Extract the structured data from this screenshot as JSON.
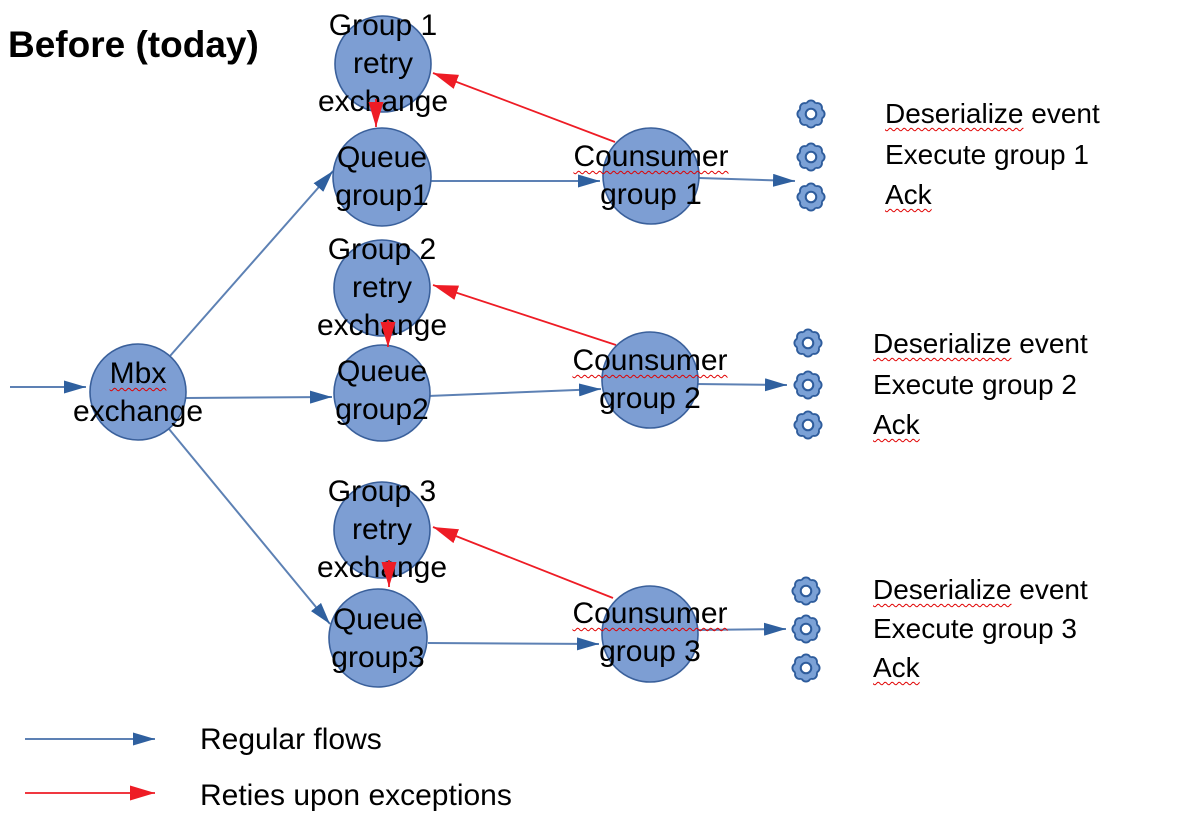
{
  "title": "Before (today)",
  "mbx": {
    "line1": "Mbx",
    "line2": "exchange"
  },
  "groups": [
    {
      "retry_exchange": {
        "line1": "Group 1",
        "line2": "retry",
        "line3": "exchange"
      },
      "queue": {
        "line1": "Queue",
        "line2": "group1"
      },
      "consumer": {
        "line1": "Counsumer",
        "line2": "group 1"
      },
      "tasks": [
        {
          "misspelled": "Deserialize",
          "rest": " event"
        },
        {
          "misspelled": "",
          "rest": "Execute group 1"
        },
        {
          "misspelled": "Ack",
          "rest": ""
        }
      ]
    },
    {
      "retry_exchange": {
        "line1": "Group 2",
        "line2": "retry",
        "line3": "exchange"
      },
      "queue": {
        "line1": "Queue",
        "line2": "group2"
      },
      "consumer": {
        "line1": "Counsumer",
        "line2": "group 2"
      },
      "tasks": [
        {
          "misspelled": "Deserialize",
          "rest": " event"
        },
        {
          "misspelled": "",
          "rest": "Execute group 2"
        },
        {
          "misspelled": "Ack",
          "rest": ""
        }
      ]
    },
    {
      "retry_exchange": {
        "line1": "Group 3",
        "line2": "retry",
        "line3": "exchange"
      },
      "queue": {
        "line1": "Queue",
        "line2": "group3"
      },
      "consumer": {
        "line1": "Counsumer",
        "line2": "group 3"
      },
      "tasks": [
        {
          "misspelled": "Deserialize",
          "rest": " event"
        },
        {
          "misspelled": "",
          "rest": "Execute group 3"
        },
        {
          "misspelled": "Ack",
          "rest": ""
        }
      ]
    }
  ],
  "legend": {
    "regular_label": "Regular flows",
    "retry_label": "Reties upon exceptions"
  },
  "icons": {
    "task_bullet": "gear-icon"
  },
  "colors": {
    "node_fill": "#7D9ED3",
    "node_stroke": "#3A609B",
    "flow_line": "#5D81B4",
    "flow_head": "#2F609F",
    "retry_flow": "#EE1C25",
    "gear_fill": "#7BA1D6",
    "gear_stroke": "#2E5C9C",
    "squiggle": "#E00000"
  }
}
